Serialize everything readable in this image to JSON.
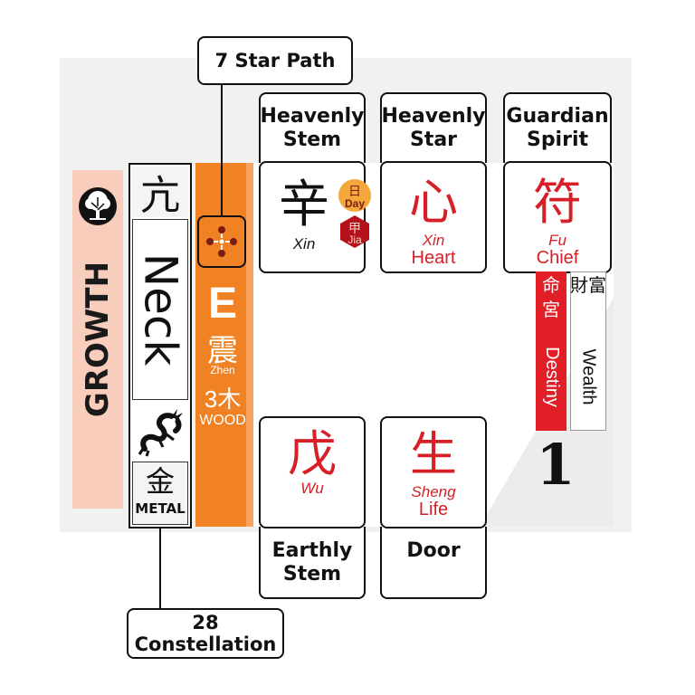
{
  "callouts": {
    "seven_star_path": "7 Star Path",
    "constellation": "28 Constellation"
  },
  "headers": {
    "heavenly_stem": "Heavenly Stem",
    "heavenly_star": "Heavenly Star",
    "guardian_spirit": "Guardian Spirit",
    "earthly_stem": "Earthly Stem",
    "door": "Door"
  },
  "growth": {
    "label": "GROWTH",
    "icon": "tree-icon"
  },
  "constellation": {
    "char": "亢",
    "name": "Neck",
    "animal_icon": "dragon-icon",
    "element_char": "金",
    "element_label": "METAL"
  },
  "direction": {
    "star_path_icon": "seven-star-path-icon",
    "letter": "E",
    "trigram_char": "震",
    "trigram_name": "Zhen",
    "element_number": "3木",
    "element_label": "WOOD"
  },
  "cells": {
    "heavenly_stem": {
      "char": "辛",
      "pinyin": "Xin",
      "day_badge_char": "日",
      "day_badge_label": "Day",
      "jia_badge_char": "甲",
      "jia_badge_label": "Jia"
    },
    "heavenly_star": {
      "char": "心",
      "pinyin": "Xin",
      "meaning": "Heart"
    },
    "guardian_spirit": {
      "char": "符",
      "pinyin": "Fu",
      "meaning": "Chief"
    },
    "earthly_stem": {
      "char": "戊",
      "pinyin": "Wu"
    },
    "door": {
      "char": "生",
      "pinyin": "Sheng",
      "meaning": "Life"
    }
  },
  "palace": {
    "destiny_chars": "命宮",
    "destiny_label": "Destiny",
    "wealth_chars": "財富",
    "wealth_label": "Wealth",
    "number": "1"
  },
  "colors": {
    "orange": "#f08223",
    "growth_pink": "#f8cdbb",
    "chinese_red": "#d61f26",
    "destiny_red": "#e21e26",
    "badge_gold": "#f2a83a",
    "badge_red": "#b3121a"
  }
}
